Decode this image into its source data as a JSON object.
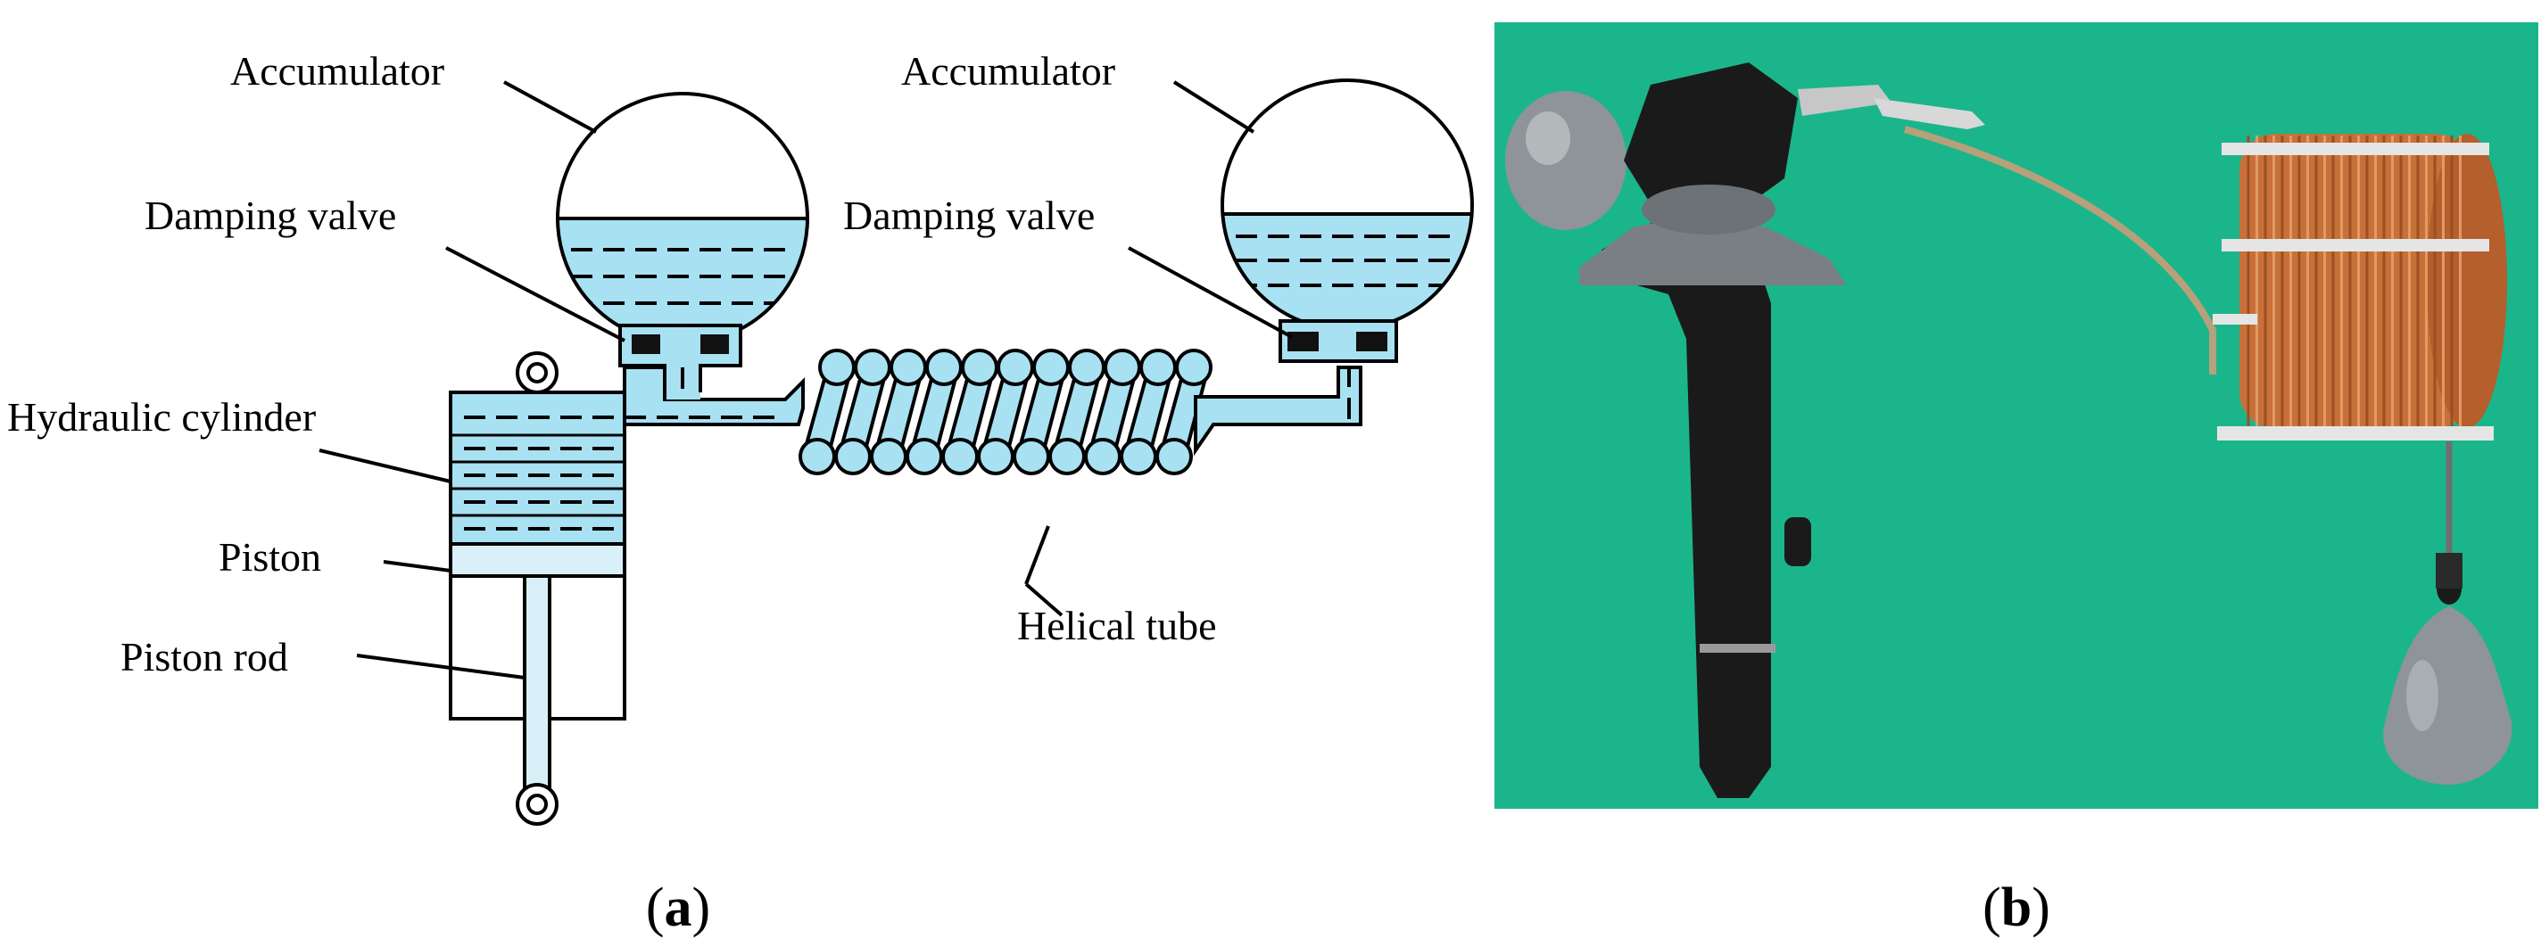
{
  "panel_a": {
    "labels": {
      "accumulator_left": "Accumulator",
      "accumulator_right": "Accumulator",
      "damping_valve_left": "Damping valve",
      "damping_valve_right": "Damping valve",
      "hydraulic_cylinder": "Hydraulic cylinder",
      "piston": "Piston",
      "piston_rod": "Piston rod",
      "helical_tube": "Helical tube"
    },
    "caption": {
      "open": "(",
      "letter": "a",
      "close": ")"
    }
  },
  "panel_b": {
    "caption": {
      "open": "(",
      "letter": "b",
      "close": ")"
    },
    "background_color": "#1bb58c"
  },
  "colors": {
    "fluid": "#a8e1f2",
    "piston": "#d9f0f8",
    "copper": "#c8703a",
    "gray_weight": "#8e9498",
    "black_body": "#1a1a1a"
  }
}
